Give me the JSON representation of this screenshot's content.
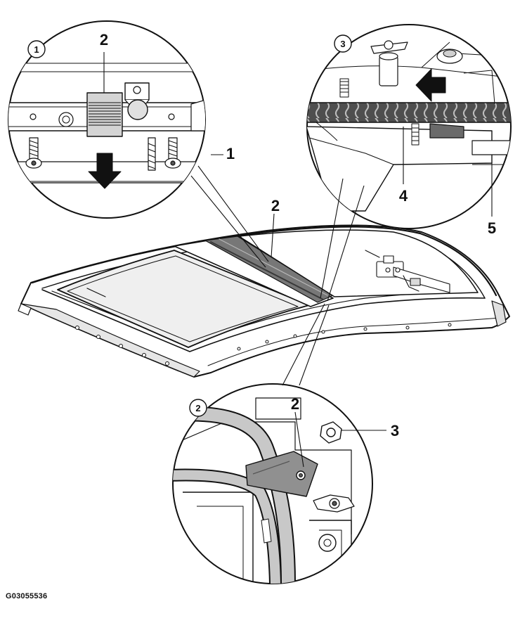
{
  "figure_id": "G03055536",
  "callouts": {
    "detail_a_marker": "1",
    "detail_b_marker": "3",
    "detail_c_marker": "2",
    "a_label_2": "2",
    "a_label_1": "1",
    "b_label_4": "4",
    "b_label_5": "5",
    "main_label_2": "2",
    "c_label_2": "2",
    "c_label_3": "3"
  },
  "colors": {
    "line": "#111111",
    "seal_dark": "#5a5a5a",
    "seal_mid": "#8c8c8c",
    "part_light": "#d0d0d0",
    "glass": "#efefef"
  }
}
